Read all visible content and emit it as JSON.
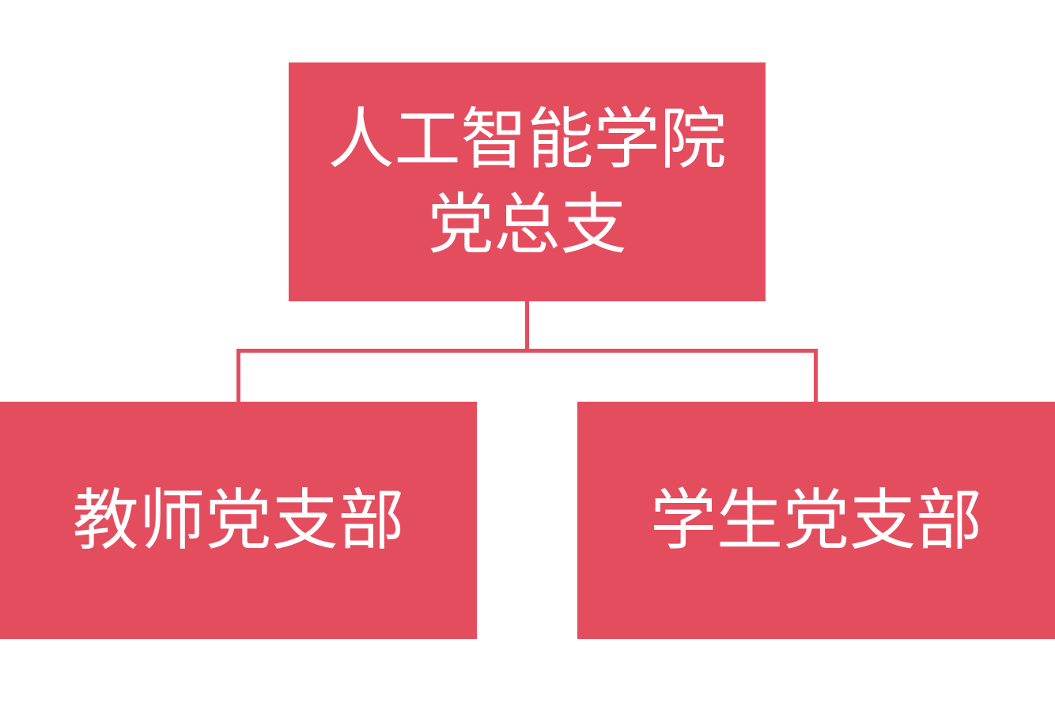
{
  "colors": {
    "node": "#E44D5E",
    "text": "#FFFFFF"
  },
  "root": {
    "label_line1": "人工智能学院",
    "label_line2": "党总支"
  },
  "children": [
    {
      "label": "教师党支部"
    },
    {
      "label": "学生党支部"
    }
  ]
}
